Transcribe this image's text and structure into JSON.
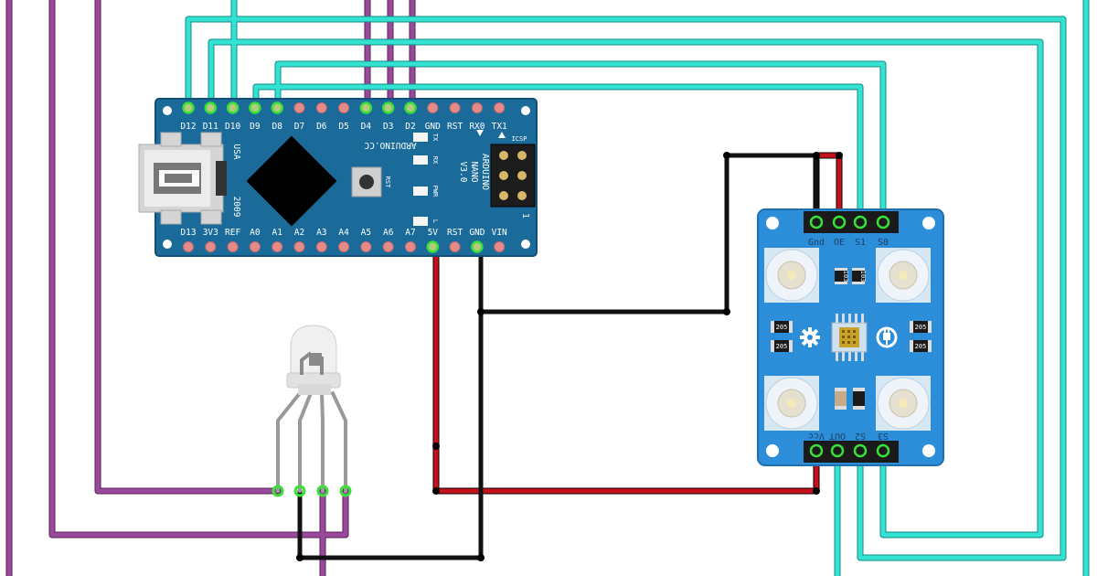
{
  "arduino": {
    "top_pins": [
      "D12",
      "D11",
      "D10",
      "D9",
      "D8",
      "D7",
      "D6",
      "D5",
      "D4",
      "D3",
      "D2",
      "GND",
      "RST",
      "RX0",
      "TX1"
    ],
    "bottom_pins": [
      "D13",
      "3V3",
      "REF",
      "A0",
      "A1",
      "A2",
      "A3",
      "A4",
      "A5",
      "A6",
      "A7",
      "5V",
      "RST",
      "GND",
      "VIN"
    ],
    "brand": "ARDUINO.CC",
    "board_lines": [
      "ARDUINO",
      "NANO",
      "V3.0"
    ],
    "usa": "USA",
    "year": "2009",
    "rst_button": "RST",
    "leds": [
      "TX",
      "RX",
      "PWR",
      "L"
    ],
    "icsp": "ICSP",
    "icsp_pin1": "1"
  },
  "sensor": {
    "top_pins": [
      "Gnd",
      "OE",
      "S1",
      "S0"
    ],
    "bottom_pins": [
      "S3",
      "S2",
      "OUT",
      "Vcc"
    ],
    "chip_codes": [
      "103",
      "103",
      "205",
      "205",
      "205",
      "205"
    ]
  },
  "colors": {
    "board": "#1a6a9a",
    "sensor": "#2c8ed9",
    "wire_cyan": "#22d6c8",
    "wire_purple": "#8e3a8e",
    "wire_red": "#c8101a",
    "wire_black": "#111111"
  }
}
